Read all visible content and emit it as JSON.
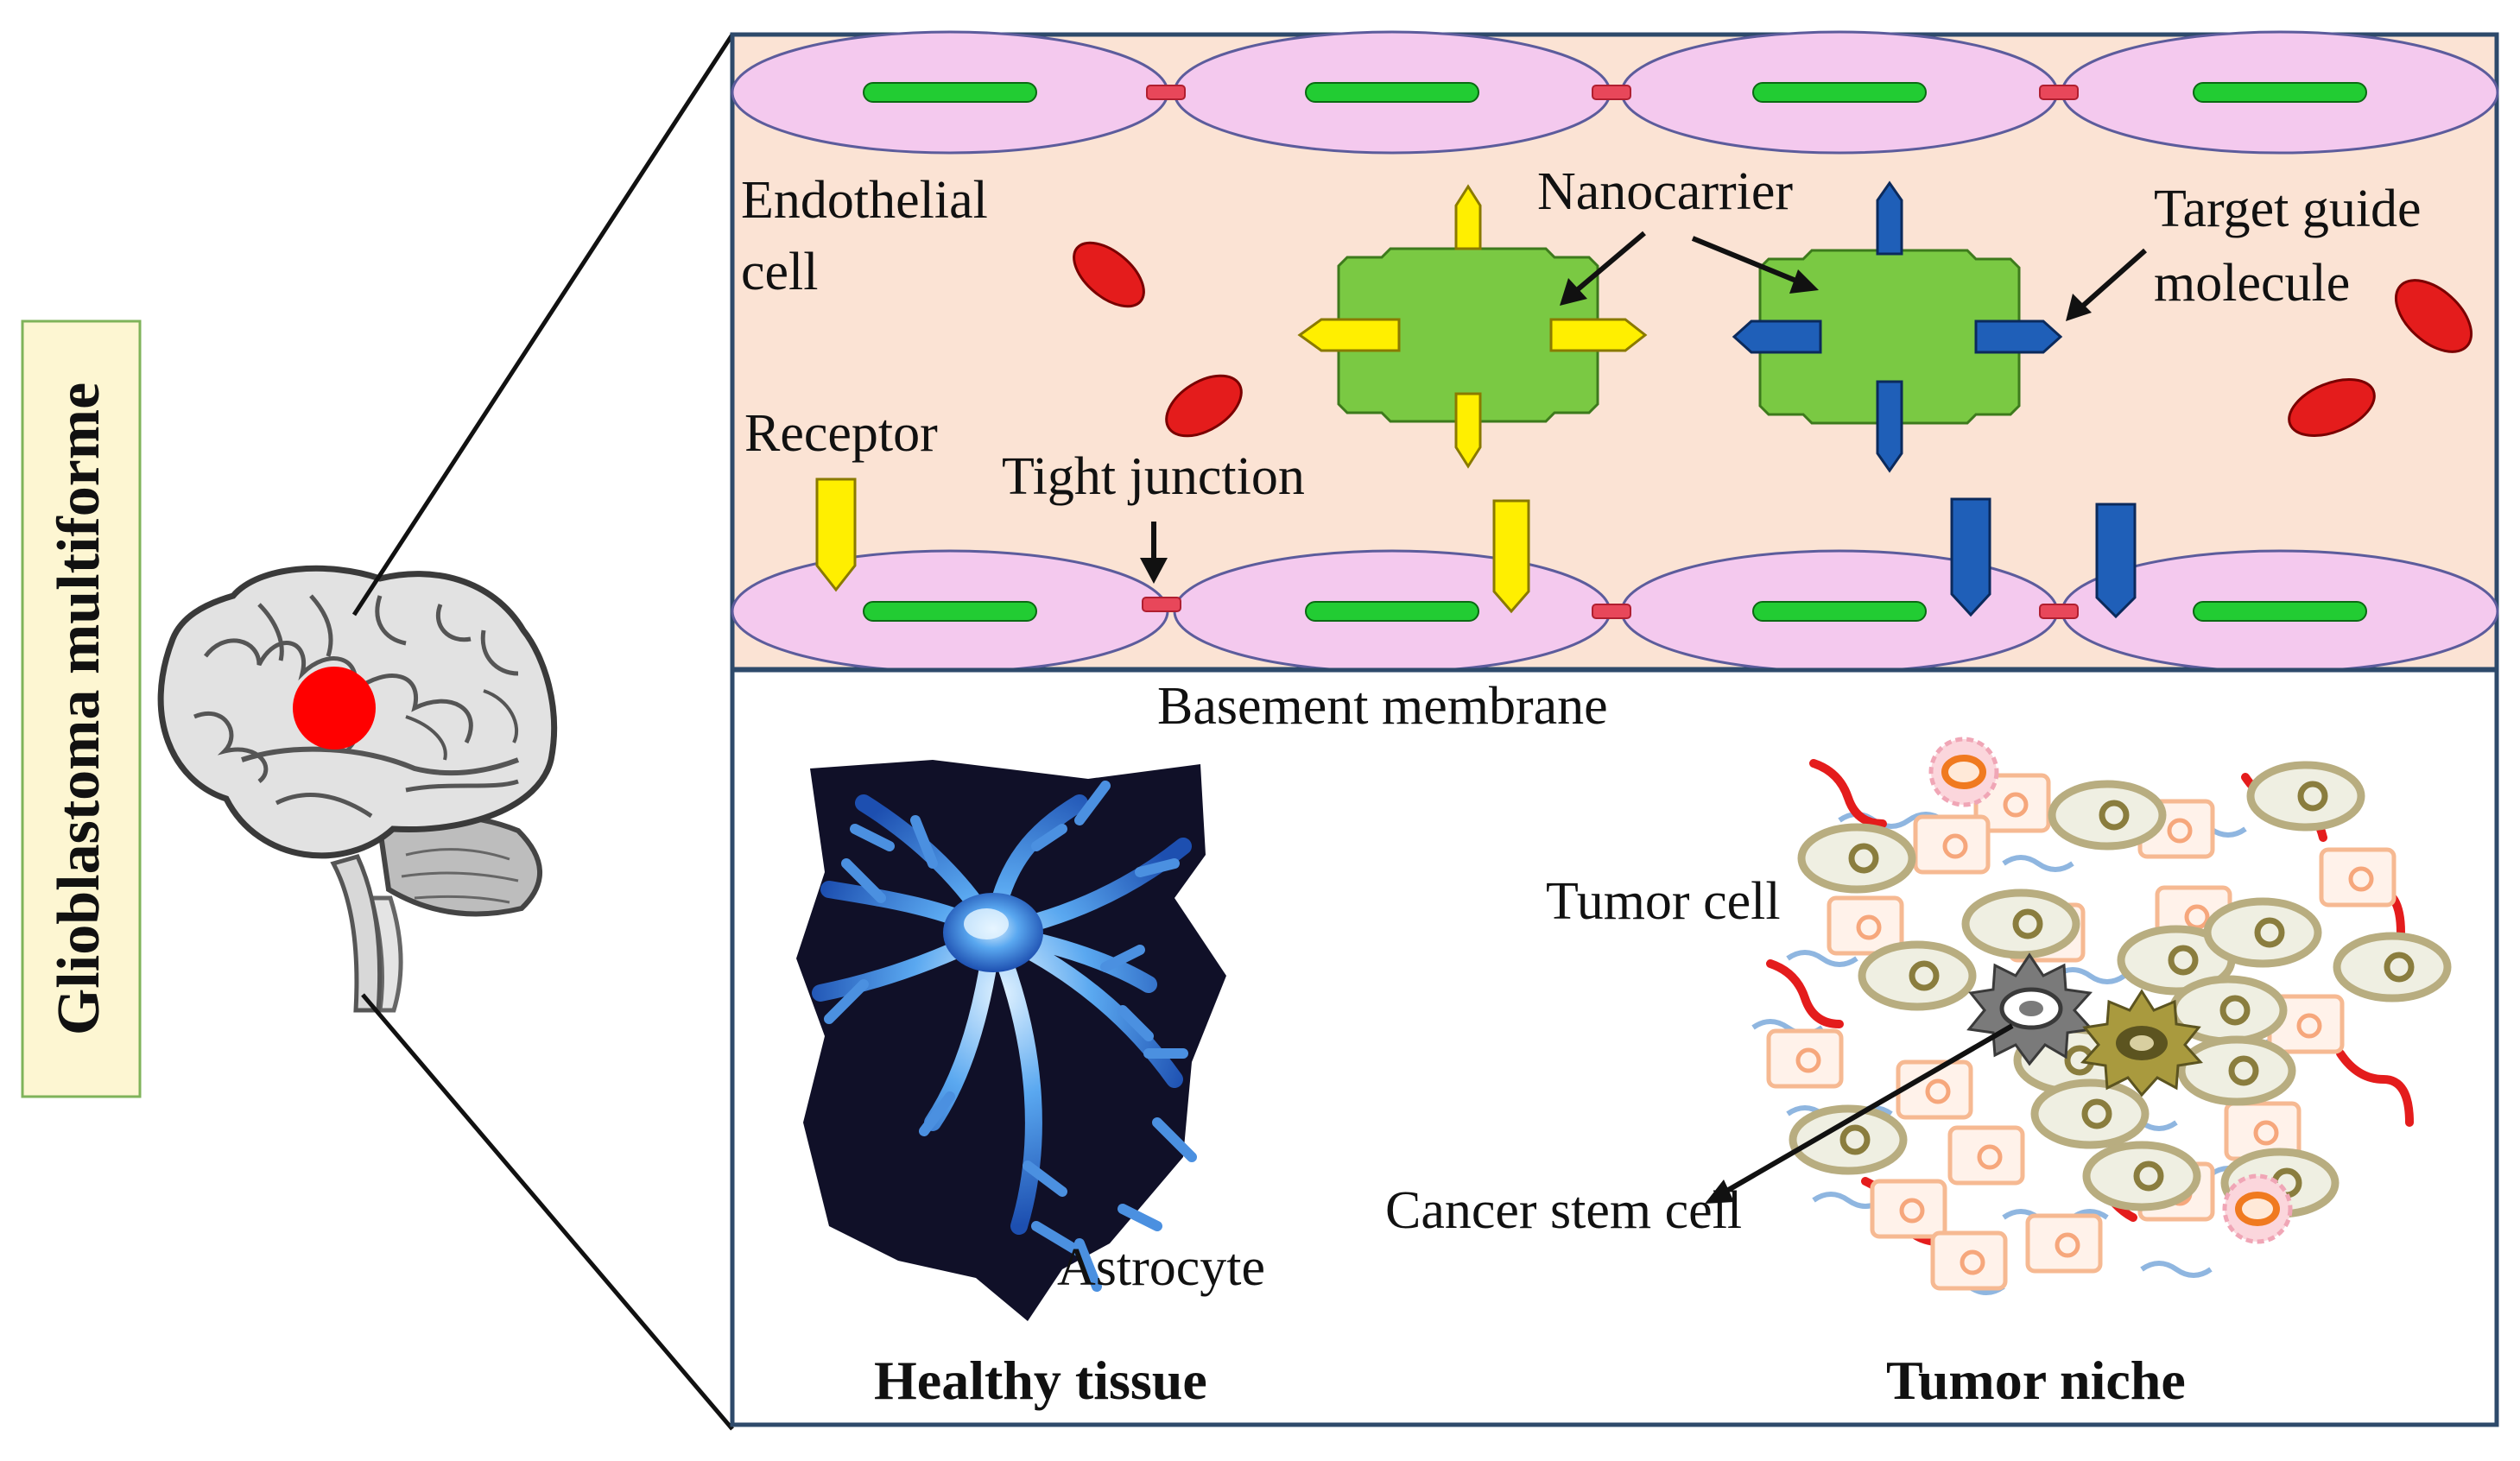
{
  "side_title": "Glioblastoma multiforme",
  "labels": {
    "endothelial_1": "Endothelial",
    "endothelial_2": "cell",
    "nanocarrier": "Nanocarrier",
    "target_guide_1": "Target guide",
    "target_guide_2": "molecule",
    "receptor": "Receptor",
    "tight_junction": "Tight junction",
    "basement_membrane": "Basement membrane",
    "tumor_cell": "Tumor cell",
    "cancer_stem_cell": "Cancer stem cell",
    "astrocyte": "Astrocyte",
    "healthy_tissue": "Healthy tissue",
    "tumor_niche": "Tumor niche"
  },
  "colors": {
    "vessel_bg": "#fbe3d4",
    "frame": "#2e4a6b",
    "endothelial_cell": "#f4c9ee",
    "nucleus": "#22cc33",
    "tight_junction": "#e8475a",
    "rbc": "#e41c1c",
    "nanocarrier": "#7ac943",
    "ligand_yellow": "#ffef00",
    "ligand_blue": "#1f5fb8",
    "tumor_mark": "#e41c1c",
    "title_box": "#fdf6d2",
    "title_border": "#7fb35a"
  }
}
